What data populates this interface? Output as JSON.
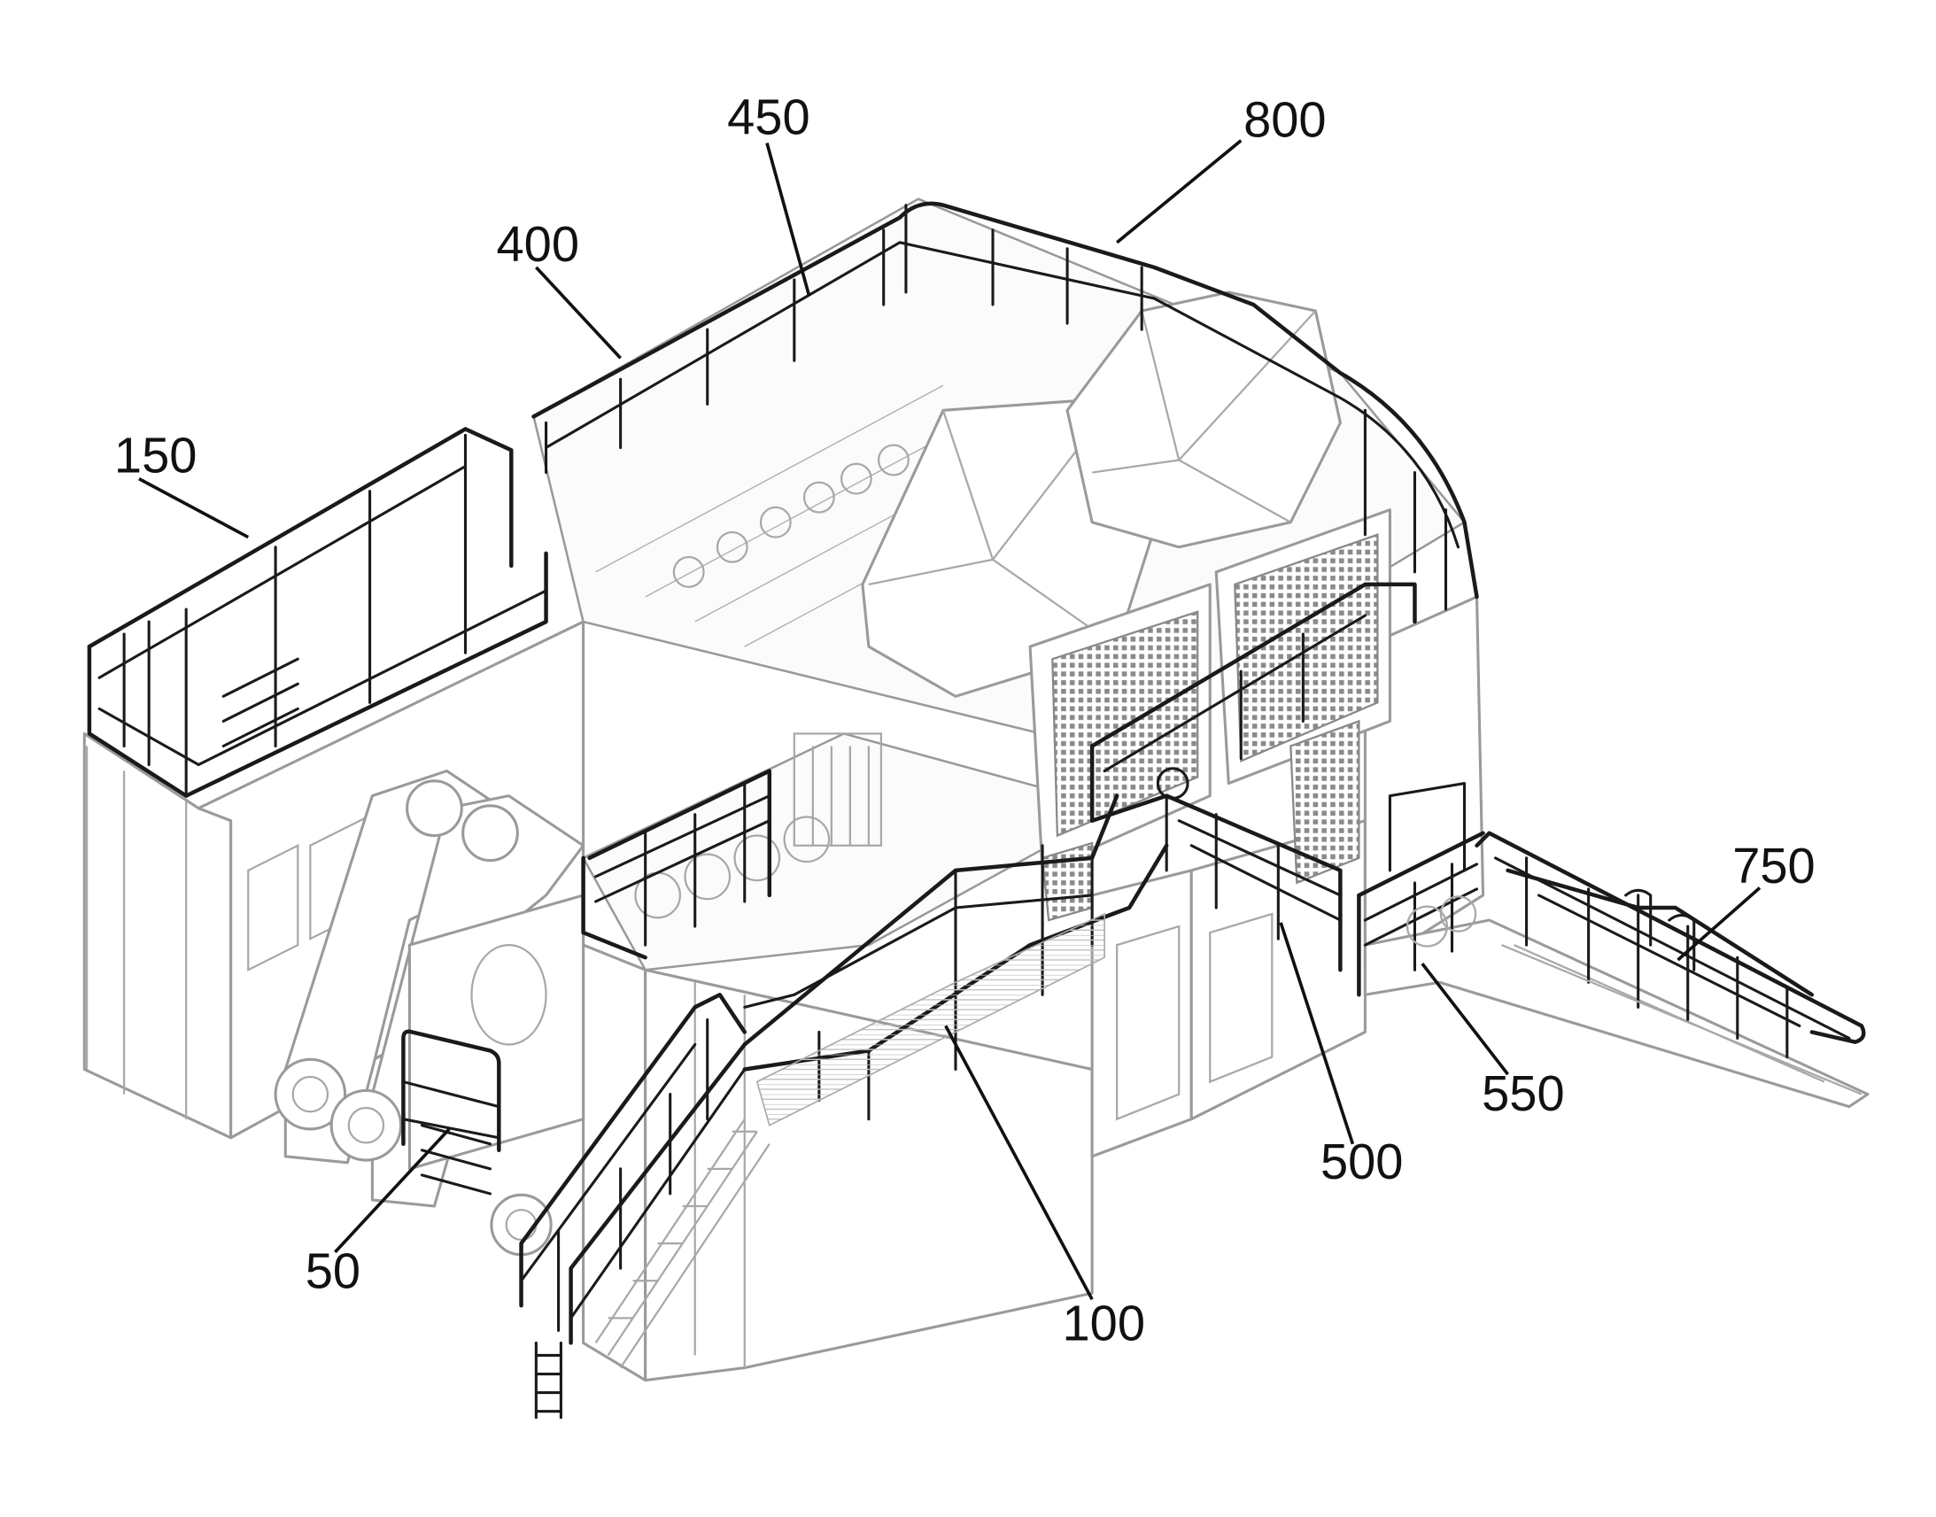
{
  "figure": {
    "reference_numerals": [
      {
        "id": "450",
        "text": "450"
      },
      {
        "id": "800",
        "text": "800"
      },
      {
        "id": "400",
        "text": "400"
      },
      {
        "id": "150",
        "text": "150"
      },
      {
        "id": "750",
        "text": "750"
      },
      {
        "id": "550",
        "text": "550"
      },
      {
        "id": "500",
        "text": "500"
      },
      {
        "id": "100",
        "text": "100"
      },
      {
        "id": "50",
        "text": "50"
      }
    ],
    "colors": {
      "leader_lines": "#111111",
      "handrails": "#1a1a1a",
      "machine_body": "#9a9a9a",
      "background": "#ffffff"
    }
  }
}
